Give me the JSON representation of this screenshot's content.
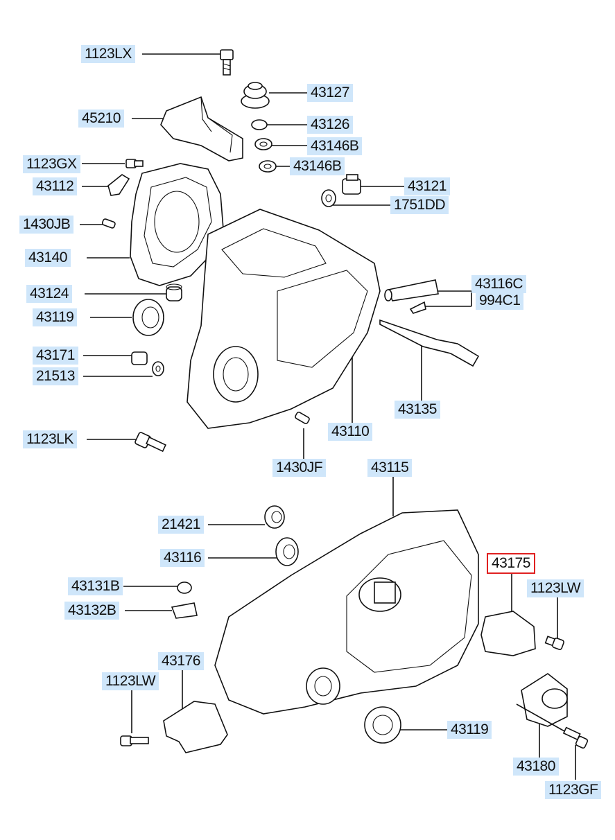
{
  "labels": {
    "l_1123LX": "1123LX",
    "l_43127": "43127",
    "l_45210": "45210",
    "l_43126": "43126",
    "l_43146B_a": "43146B",
    "l_1123GX": "1123GX",
    "l_43146B_b": "43146B",
    "l_43112": "43112",
    "l_43121": "43121",
    "l_1751DD": "1751DD",
    "l_1430JB": "1430JB",
    "l_43140": "43140",
    "l_43116C": "43116C",
    "l_43124": "43124",
    "l_994C1": "994C1",
    "l_43119_a": "43119",
    "l_43171": "43171",
    "l_21513": "21513",
    "l_43135": "43135",
    "l_43110": "43110",
    "l_1123LK": "1123LK",
    "l_1430JF": "1430JF",
    "l_43115": "43115",
    "l_21421": "21421",
    "l_43116": "43116",
    "l_43175": "43175",
    "l_43131B": "43131B",
    "l_1123LW_a": "1123LW",
    "l_43132B": "43132B",
    "l_43176": "43176",
    "l_1123LW_b": "1123LW",
    "l_43119_b": "43119",
    "l_43180": "43180",
    "l_1123GF": "1123GF"
  },
  "highlight": {
    "part": "43175",
    "color": "#e02020"
  },
  "colors": {
    "label_background": "#cfe6fa",
    "line": "#111111"
  }
}
